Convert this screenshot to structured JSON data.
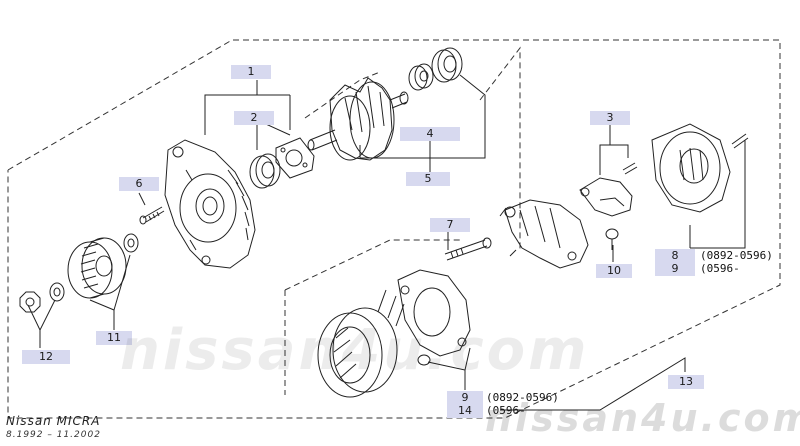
{
  "callouts": [
    {
      "id": "c1",
      "label": "1"
    },
    {
      "id": "c2",
      "label": "2"
    },
    {
      "id": "c3",
      "label": "3"
    },
    {
      "id": "c4",
      "label": "4"
    },
    {
      "id": "c5",
      "label": "5"
    },
    {
      "id": "c6",
      "label": "6"
    },
    {
      "id": "c7",
      "label": "7"
    },
    {
      "id": "c8",
      "label": "8"
    },
    {
      "id": "c9a",
      "label": "9"
    },
    {
      "id": "c9b",
      "label": "9"
    },
    {
      "id": "c10",
      "label": "10"
    },
    {
      "id": "c11",
      "label": "11"
    },
    {
      "id": "c12",
      "label": "12"
    },
    {
      "id": "c13",
      "label": "13"
    },
    {
      "id": "c14",
      "label": "14"
    }
  ],
  "ranges": {
    "r8": "(0892-0596)",
    "r9": "(0596-",
    "r9b": "(0892-0596)",
    "r14": "(0596-"
  },
  "watermark": {
    "main": "nissan4u.com",
    "corner": "nissan4u.com"
  },
  "model": {
    "name": "Nissan MICRA",
    "dates": "8.1992 – 11.2002"
  },
  "colors": {
    "callout_bg": "#d7d9ef",
    "line": "#222222"
  }
}
